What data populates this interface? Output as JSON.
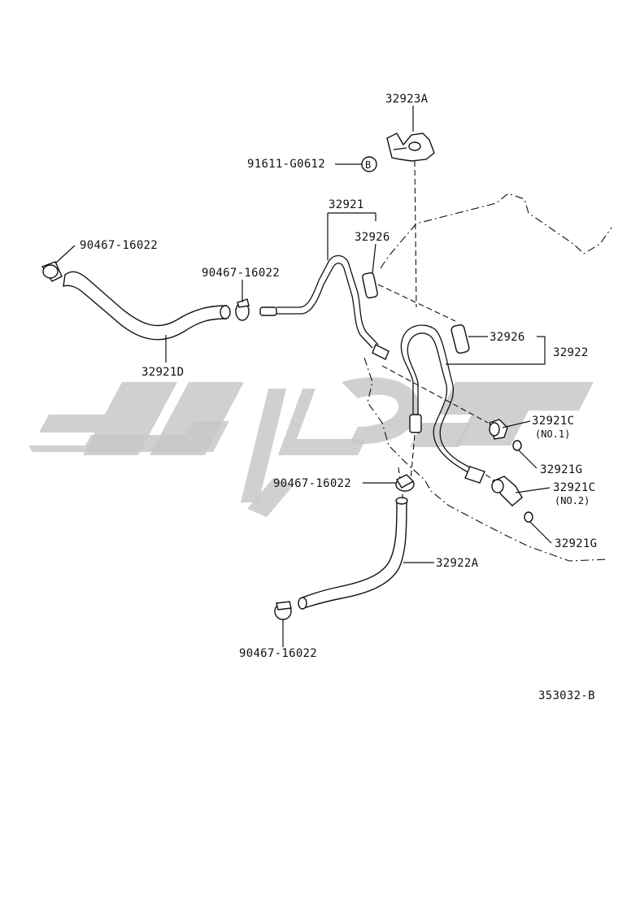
{
  "colors": {
    "ink": "#111111",
    "watermark": "#c8c8c8",
    "background": "#ffffff"
  },
  "labels": {
    "clamp_top": "32923A",
    "bolt": "91611-G0612",
    "bolt_marker": "B",
    "tube_main": "32921",
    "hose_top_left": "90467-16022",
    "clamp_mid_left": "90467-16022",
    "cushion_upper": "32926",
    "cushion_lower": "32926",
    "tube_assembly": "32922",
    "hose_left": "32921D",
    "union_no1": "32921C",
    "union_no1_note": "(NO.1)",
    "gasket_upper": "32921G",
    "clamp_lower": "90467-16022",
    "union_no2": "32921C",
    "union_no2_note": "(NO.2)",
    "gasket_lower": "32921G",
    "hose_lower": "32922A",
    "clamp_bottom": "90467-16022",
    "diagram_code": "353032-B"
  }
}
